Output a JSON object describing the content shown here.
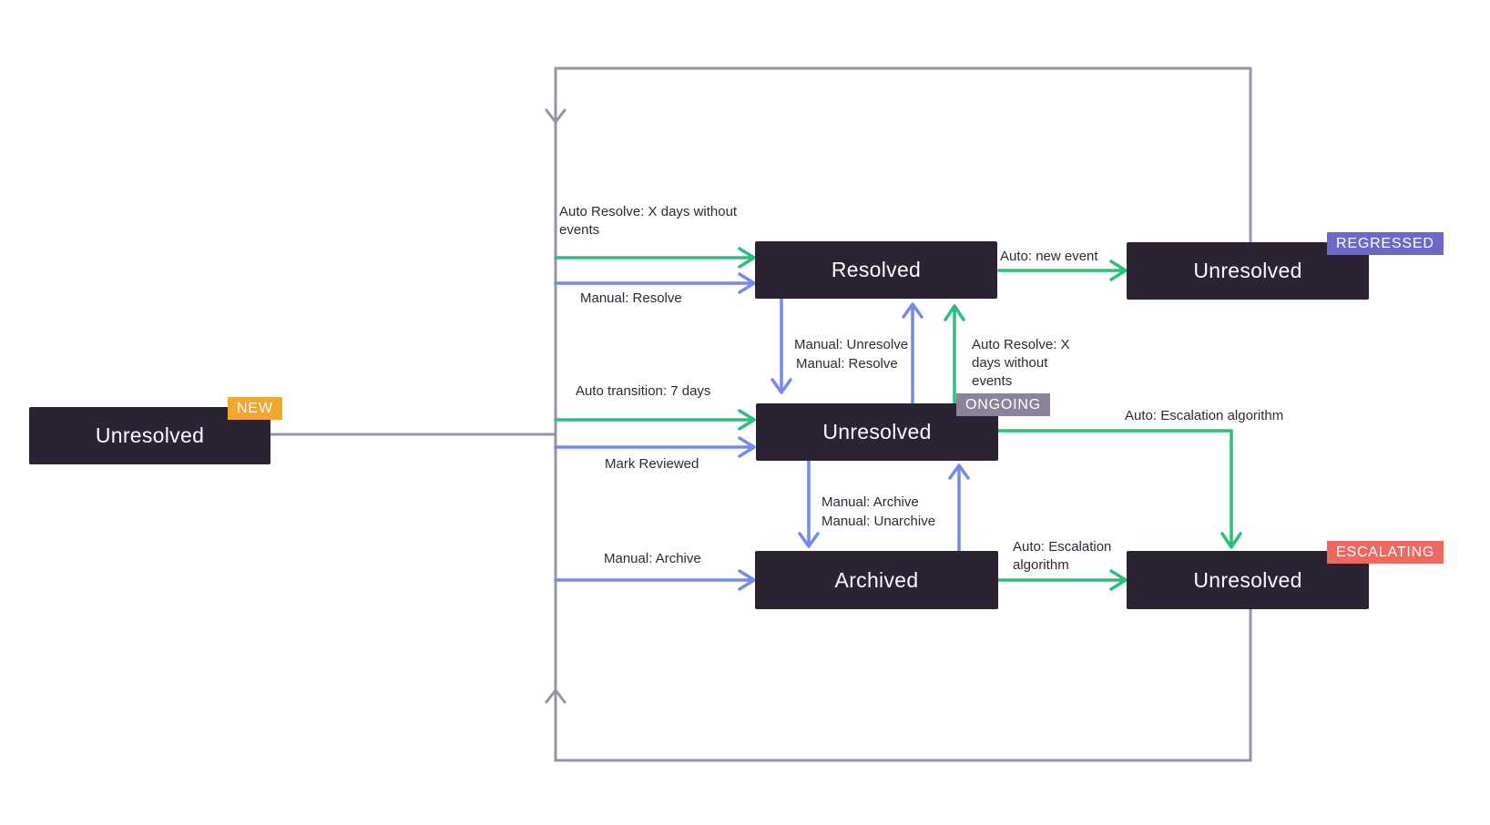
{
  "diagram": {
    "nodes": {
      "new": {
        "label": "Unresolved",
        "badge": "NEW"
      },
      "resolved": {
        "label": "Resolved"
      },
      "ongoing": {
        "label": "Unresolved",
        "badge": "ONGOING"
      },
      "archived": {
        "label": "Archived"
      },
      "regressed": {
        "label": "Unresolved",
        "badge": "REGRESSED"
      },
      "escalating": {
        "label": "Unresolved",
        "badge": "ESCALATING"
      }
    },
    "edges": {
      "auto_resolve_left": "Auto Resolve: X days without events",
      "manual_resolve_left": "Manual: Resolve",
      "auto_transition": "Auto transition: 7 days",
      "mark_reviewed": "Mark Reviewed",
      "manual_archive_left": "Manual: Archive",
      "manual_unresolve": "Manual: Unresolve",
      "manual_resolve_mid": "Manual: Resolve",
      "auto_resolve_mid": "Auto Resolve: X days without events",
      "auto_new_event": "Auto: new event",
      "auto_escalation_right": "Auto: Escalation algorithm",
      "manual_archive_mid": "Manual: Archive",
      "manual_unarchive": "Manual: Unarchive",
      "auto_escalation_bottom": "Auto: Escalation algorithm"
    },
    "colors": {
      "node_bg": "#2b2233",
      "auto_green": "#2ebd7c",
      "manual_blue": "#7589ee",
      "loop_gray": "#9a90a8",
      "label_text": "#2f2936",
      "badge_new": "#f0a62f",
      "badge_ongoing": "#8b8399",
      "badge_regressed": "#6d68c9",
      "badge_escalating": "#ee685f"
    }
  }
}
